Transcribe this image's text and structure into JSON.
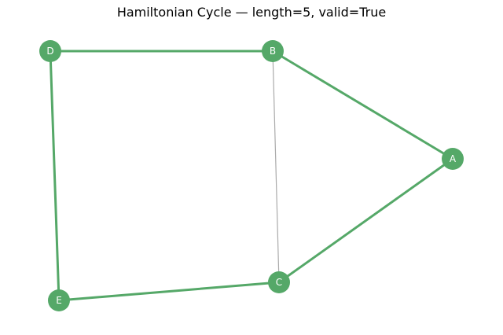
{
  "title": "Hamiltonian Cycle — length=5, valid=True",
  "colors": {
    "node": "#55a868",
    "cycle_edge": "#55a868",
    "other_edge": "#aaaaaa",
    "label": "#ffffff",
    "background": "#ffffff"
  },
  "graph": {
    "nodes": [
      {
        "id": "D",
        "label": "D"
      },
      {
        "id": "B",
        "label": "B"
      },
      {
        "id": "A",
        "label": "A"
      },
      {
        "id": "C",
        "label": "C"
      },
      {
        "id": "E",
        "label": "E"
      }
    ],
    "edges": [
      {
        "source": "B",
        "target": "C",
        "in_cycle": false
      },
      {
        "source": "D",
        "target": "B",
        "in_cycle": true
      },
      {
        "source": "B",
        "target": "A",
        "in_cycle": true
      },
      {
        "source": "A",
        "target": "C",
        "in_cycle": true
      },
      {
        "source": "C",
        "target": "E",
        "in_cycle": true
      },
      {
        "source": "E",
        "target": "D",
        "in_cycle": true
      }
    ]
  }
}
